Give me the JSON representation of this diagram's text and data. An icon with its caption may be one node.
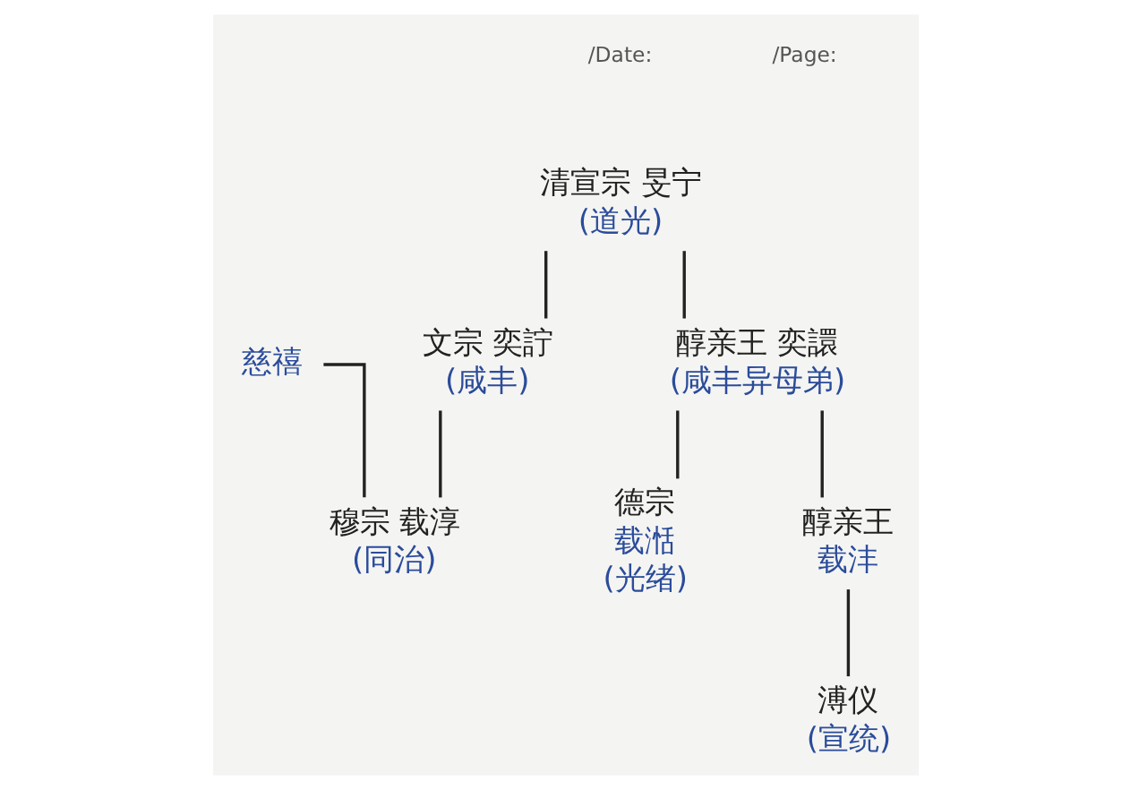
{
  "diagram": {
    "nodes": [
      {
        "text": [
          "清宣宗 旻宁",
          "(道光)"
        ]
      },
      {
        "text": [
          "醇亲王 奕譞",
          "(咸丰异母弟)"
        ]
      },
      {
        "text": [
          "文宗 奕詝",
          "(咸丰)"
        ]
      },
      {
        "text": [
          "慈禧"
        ]
      },
      {
        "text": [
          "穆宗 载淳",
          "(同治)"
        ]
      },
      {
        "text": [
          "德宗",
          "载湉",
          "(光绪)"
        ]
      },
      {
        "text": [
          "醇亲王",
          "载沣"
        ]
      },
      {
        "text": [
          "溥仪",
          "(宣统)"
        ]
      }
    ],
    "edges": [
      {
        "from": 0,
        "to": 1,
        "arrow": "none"
      },
      {
        "from": 0,
        "to": 2,
        "arrow": "none"
      },
      {
        "from": 2,
        "to": 4,
        "arrow": "none"
      },
      {
        "from": 3,
        "to": 4,
        "arrow": "none"
      },
      {
        "from": 1,
        "to": 5,
        "arrow": "none"
      },
      {
        "from": 1,
        "to": 6,
        "arrow": "none"
      },
      {
        "from": 6,
        "to": 7,
        "arrow": "none"
      }
    ],
    "labels": [
      "/Date:",
      "/Page:"
    ]
  }
}
